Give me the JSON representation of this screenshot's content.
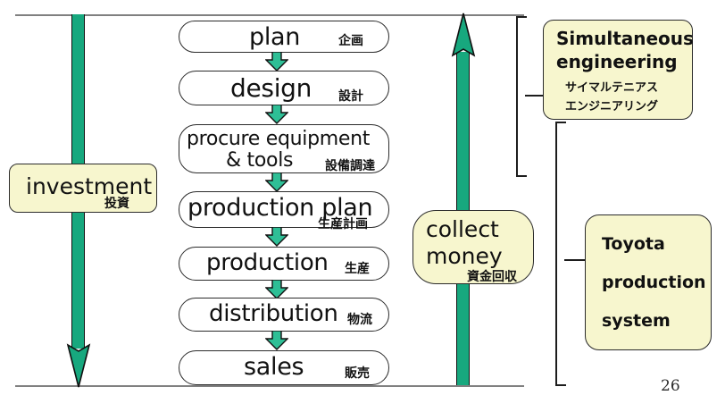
{
  "slide": {
    "page_number": "26"
  },
  "flow": {
    "steps": [
      {
        "en": "plan",
        "jp": "企画"
      },
      {
        "en": "design",
        "jp": "設計"
      },
      {
        "en": "procure equipment",
        "en2": "& tools",
        "jp": "設備調達"
      },
      {
        "en": "production plan",
        "jp": "生産計画"
      },
      {
        "en": "production",
        "jp": "生産"
      },
      {
        "en": "distribution",
        "jp": "物流"
      },
      {
        "en": "sales",
        "jp": "販売"
      }
    ]
  },
  "left_callout": {
    "en": "investment",
    "jp": "投資",
    "arrow_direction": "down"
  },
  "right_callout": {
    "en_line1": "collect",
    "en_line2": "money",
    "jp": "資金回収",
    "arrow_direction": "up"
  },
  "annotations": [
    {
      "en_line1": "Simultaneous",
      "en_line2": "engineering",
      "jp_line1": "サイマルテニアス",
      "jp_line2": "エンジニアリング"
    },
    {
      "en_line1": "Toyota",
      "en_line2": "production",
      "en_line3": "system"
    }
  ],
  "colors": {
    "arrow_green": "#17A87E",
    "callout_yellow": "#F7F6CE",
    "rule_gray": "#808080",
    "outline": "#2b2b2b"
  }
}
